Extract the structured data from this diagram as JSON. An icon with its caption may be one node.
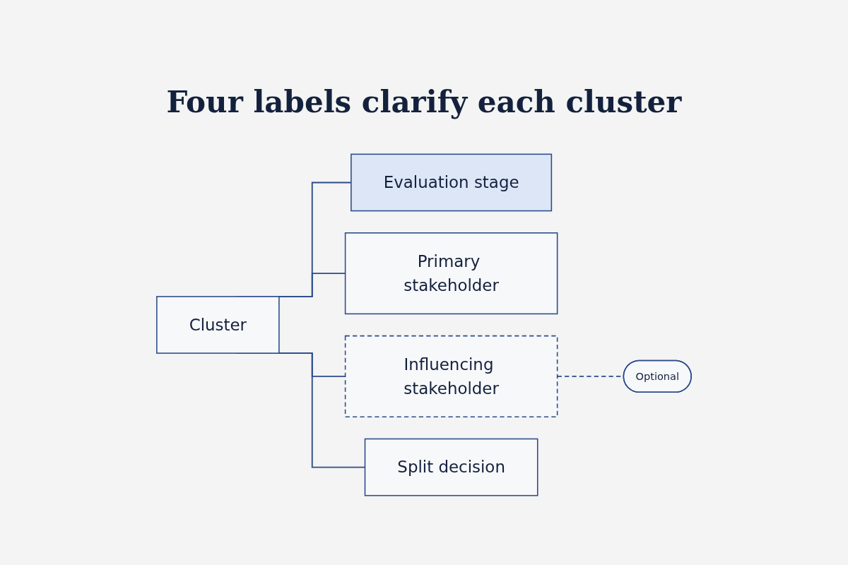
{
  "diagram": {
    "title": "Four labels clarify each cluster",
    "nodes": [
      {
        "text": [
          "Cluster"
        ]
      },
      {
        "text": [
          "Evaluation stage"
        ]
      },
      {
        "text": [
          "Primary stakeholder"
        ]
      },
      {
        "text": [
          "Influencing stakeholder"
        ]
      },
      {
        "text": [
          "Split decision"
        ]
      },
      {
        "text": [
          "Optional"
        ]
      }
    ],
    "edges": [
      {
        "from": 0,
        "to": 1,
        "arrow": "none"
      },
      {
        "from": 0,
        "to": 2,
        "arrow": "none"
      },
      {
        "from": 0,
        "to": 3,
        "arrow": "none"
      },
      {
        "from": 0,
        "to": 4,
        "arrow": "none"
      },
      {
        "from": 3,
        "to": 5,
        "arrow": "none",
        "style": "dashed"
      }
    ]
  }
}
